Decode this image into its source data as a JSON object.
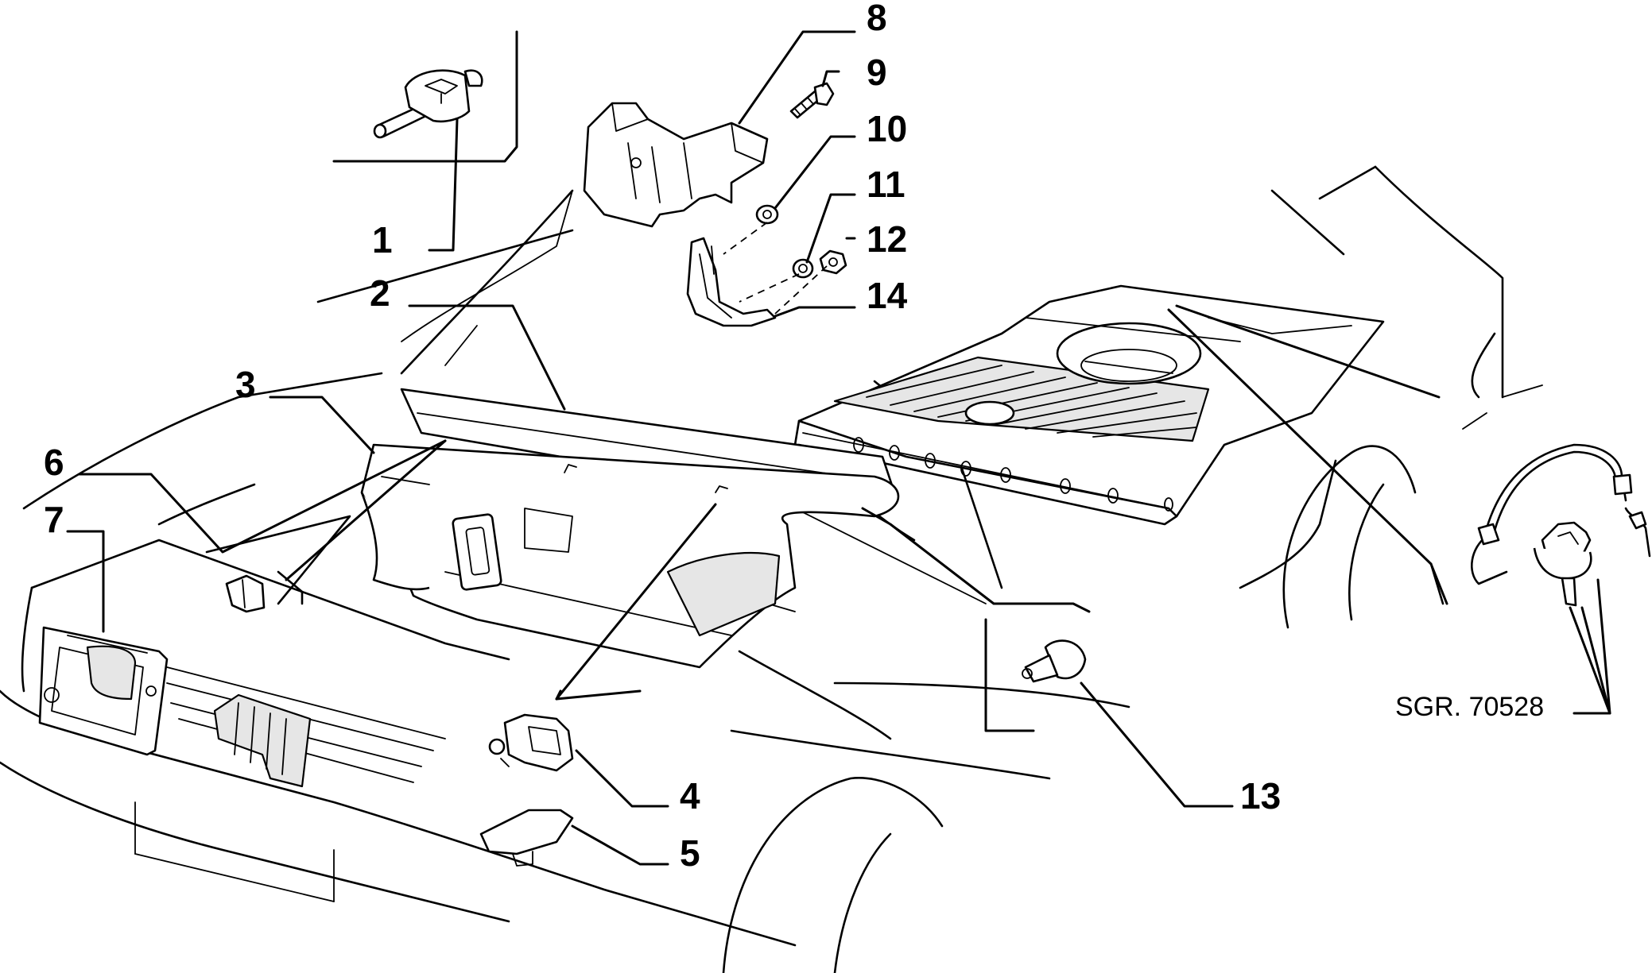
{
  "drawing": {
    "reference": "SGR. 70528"
  },
  "callouts": [
    {
      "id": "c1",
      "label": "1"
    },
    {
      "id": "c2",
      "label": "2"
    },
    {
      "id": "c3",
      "label": "3"
    },
    {
      "id": "c4",
      "label": "4"
    },
    {
      "id": "c5",
      "label": "5"
    },
    {
      "id": "c6",
      "label": "6"
    },
    {
      "id": "c7",
      "label": "7"
    },
    {
      "id": "c8",
      "label": "8"
    },
    {
      "id": "c9",
      "label": "9"
    },
    {
      "id": "c10",
      "label": "10"
    },
    {
      "id": "c11",
      "label": "11"
    },
    {
      "id": "c12",
      "label": "12"
    },
    {
      "id": "c13",
      "label": "13"
    },
    {
      "id": "c14",
      "label": "14"
    }
  ]
}
